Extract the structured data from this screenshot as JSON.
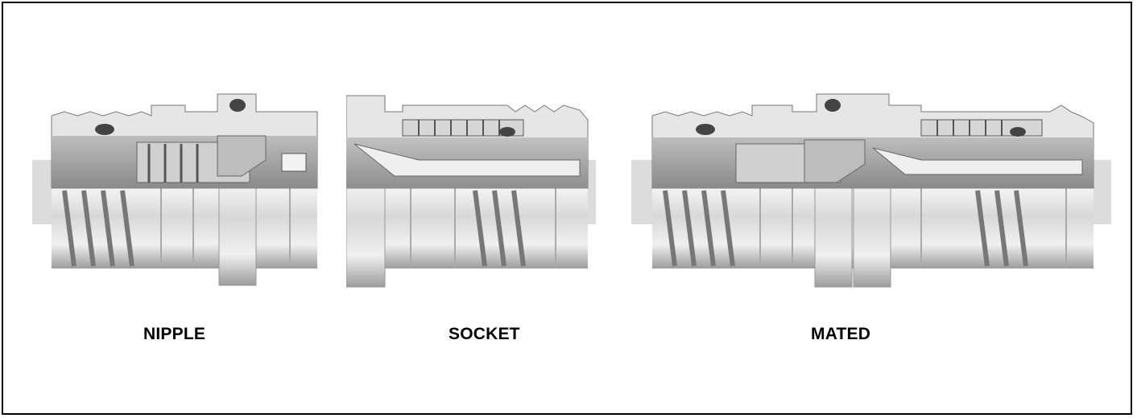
{
  "figure": {
    "parts": [
      {
        "label": "NIPPLE"
      },
      {
        "label": "SOCKET"
      },
      {
        "label": "MATED"
      }
    ]
  }
}
